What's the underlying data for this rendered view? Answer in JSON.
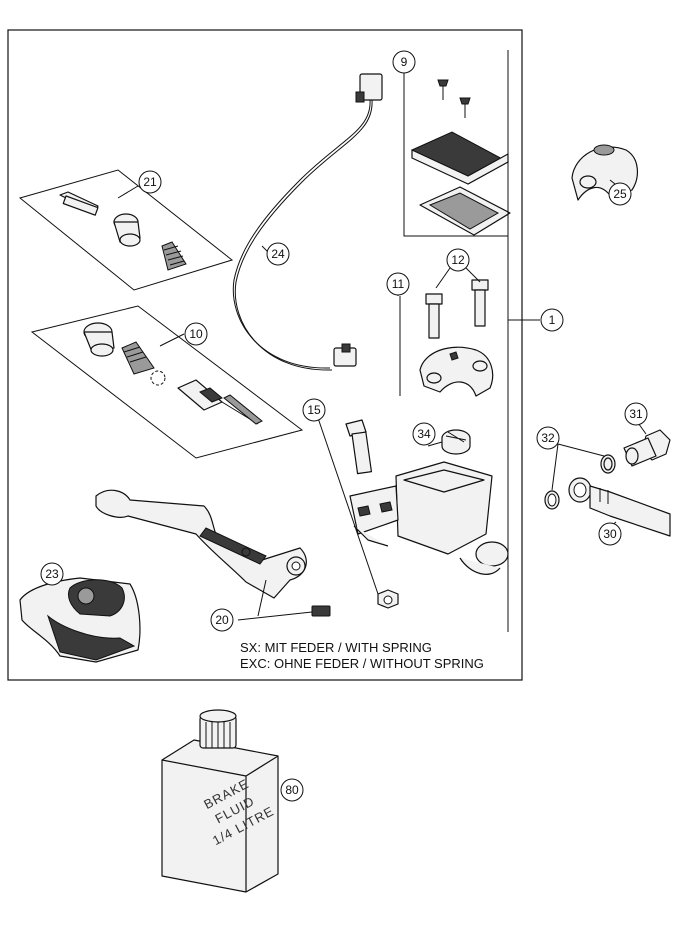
{
  "callouts": {
    "c1": "1",
    "c9": "9",
    "c10": "10",
    "c11": "11",
    "c12": "12",
    "c15": "15",
    "c20": "20",
    "c21": "21",
    "c23": "23",
    "c24": "24",
    "c25": "25",
    "c30": "30",
    "c31": "31",
    "c32": "32",
    "c34": "34",
    "c80": "80"
  },
  "notes": {
    "line1": "SX: MIT FEDER / WITH SPRING",
    "line2": "EXC: OHNE FEDER / WITHOUT SPRING"
  },
  "can_label": {
    "line1": "BRAKE",
    "line2": "FLUID",
    "line3": "1/4 LITRE"
  },
  "colors": {
    "line": "#111111",
    "background": "#ffffff",
    "dark_part": "#3a3a3a"
  }
}
